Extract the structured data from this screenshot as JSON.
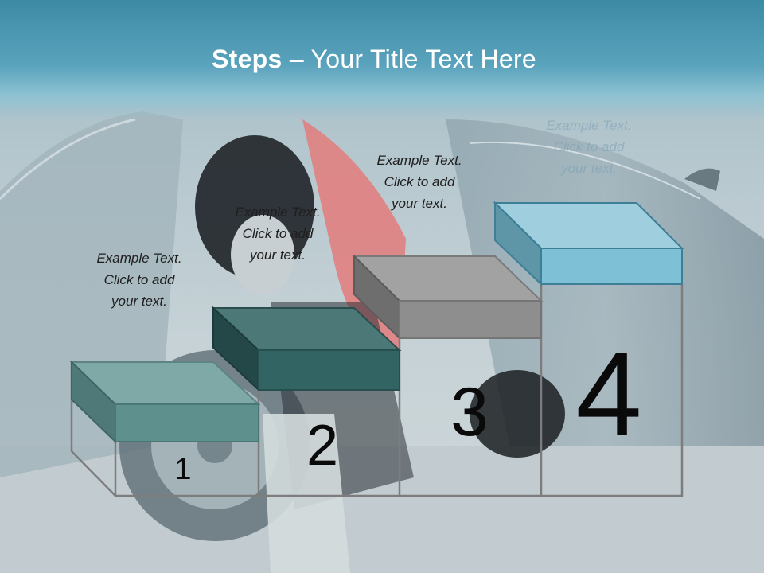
{
  "title": {
    "bold": "Steps",
    "rest": " – Your Title Text Here"
  },
  "steps": [
    {
      "number": "1",
      "text": [
        "Example Text.",
        "Click  to add",
        "your text."
      ],
      "color": "#5a8e8c"
    },
    {
      "number": "2",
      "text": [
        "Example Text.",
        "Click  to add",
        "your text."
      ],
      "color": "#2e5f60"
    },
    {
      "number": "3",
      "text": [
        "Example Text.",
        "Click  to add",
        "your text."
      ],
      "color": "#8a8a8a"
    },
    {
      "number": "4",
      "text": [
        "Example Text.",
        "Click  to add",
        "your text."
      ],
      "color": "#6fb3cc"
    }
  ]
}
